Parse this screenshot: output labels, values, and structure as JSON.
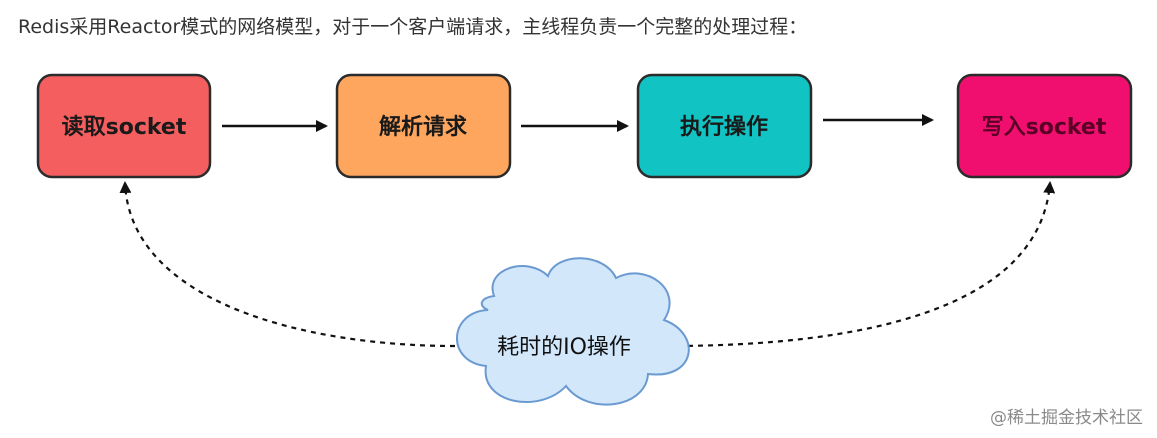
{
  "caption": "Redis采用Reactor模式的网络模型，对于一个客户端请求，主线程负责一个完整的处理过程：",
  "nodes": [
    {
      "id": "read",
      "label": "读取socket",
      "fill": "#f55e5e",
      "stroke": "#2b2b2b",
      "text": "#1a1a1a"
    },
    {
      "id": "parse",
      "label": "解析请求",
      "fill": "#ffa65e",
      "stroke": "#2b2b2b",
      "text": "#1a1a1a"
    },
    {
      "id": "exec",
      "label": "执行操作",
      "fill": "#12c3c3",
      "stroke": "#2b2b2b",
      "text": "#1a1a1a"
    },
    {
      "id": "write",
      "label": "写入socket",
      "fill": "#f00f6e",
      "stroke": "#2b2b2b",
      "text": "#5a0026"
    }
  ],
  "edges": [
    {
      "from": "read",
      "to": "parse",
      "style": "solid"
    },
    {
      "from": "parse",
      "to": "exec",
      "style": "solid"
    },
    {
      "from": "exec",
      "to": "write",
      "style": "solid"
    },
    {
      "from": "io",
      "to": "read",
      "style": "dashed"
    },
    {
      "from": "io",
      "to": "write",
      "style": "dashed"
    }
  ],
  "cloud": {
    "id": "io",
    "label": "耗时的IO操作",
    "fill": "#d3e7fb",
    "stroke": "#6a9ad0"
  },
  "watermark": "@稀土掘金技术社区"
}
